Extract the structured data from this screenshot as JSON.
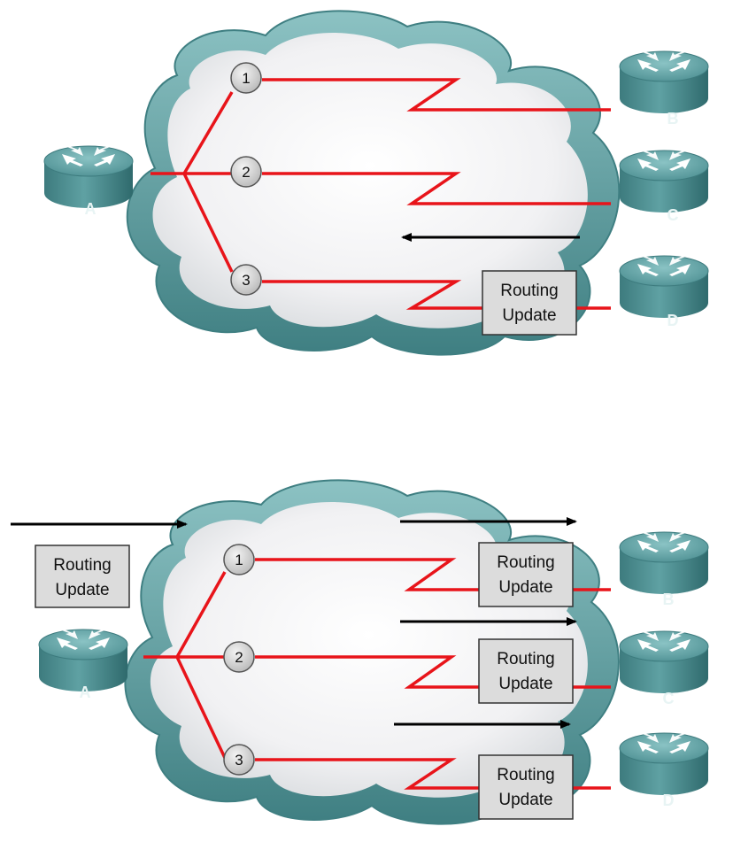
{
  "colors": {
    "cloud_fill": "#5f9ea0",
    "cloud_inner": "#f3f3f5",
    "link": "#e8141a",
    "router_body": "#4f8f92",
    "router_top": "#6fb1b3",
    "box_fill": "#dcdcdc",
    "arrow": "#000000"
  },
  "top_diagram": {
    "router_a": "A",
    "router_b": "B",
    "router_c": "C",
    "router_d": "D",
    "circuits": [
      "1",
      "2",
      "3"
    ],
    "update_box": {
      "line1": "Routing",
      "line2": "Update"
    }
  },
  "bottom_diagram": {
    "router_a": "A",
    "router_b": "B",
    "router_c": "C",
    "router_d": "D",
    "circuits": [
      "1",
      "2",
      "3"
    ],
    "update_source": {
      "line1": "Routing",
      "line2": "Update"
    },
    "update_b": {
      "line1": "Routing",
      "line2": "Update"
    },
    "update_c": {
      "line1": "Routing",
      "line2": "Update"
    },
    "update_d": {
      "line1": "Routing",
      "line2": "Update"
    }
  }
}
